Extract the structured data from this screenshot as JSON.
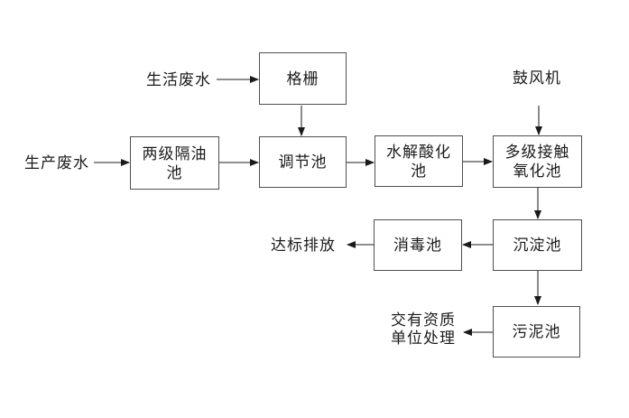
{
  "flowchart": {
    "boxes": {
      "grille": {
        "label": "格栅"
      },
      "oil": {
        "label": "两级隔油池"
      },
      "regulating": {
        "label": "调节池"
      },
      "hydrolysis": {
        "label": "水解酸化池"
      },
      "oxidation": {
        "label": "多级接触氧化池"
      },
      "disinfection": {
        "label": "消毒池"
      },
      "sedimentation": {
        "label": "沉淀池"
      },
      "sludge": {
        "label": "污泥池"
      }
    },
    "labels": {
      "domestic": {
        "text": "生活废水"
      },
      "industry": {
        "text": "生产废水"
      },
      "blower": {
        "text": "鼓风机"
      },
      "discharge": {
        "text": "达标排放"
      },
      "qualified": {
        "text": "交有资质\n单位处理"
      }
    },
    "colors": {
      "line": "#4a4a4a",
      "arrowhead": "#1a1a1a",
      "box_border": "#4f4f4f",
      "text": "#1c1c1c",
      "background": "#ffffff"
    }
  }
}
